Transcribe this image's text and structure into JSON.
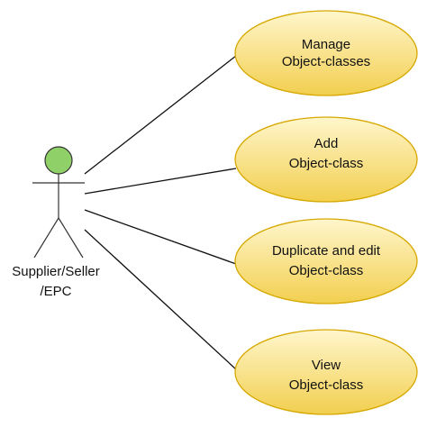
{
  "actor": {
    "label_line1": "Supplier/Seller",
    "label_line2": "/EPC",
    "head_color": "#8fd168"
  },
  "use_cases": [
    {
      "line1": "Manage",
      "line2": "Object-classes"
    },
    {
      "line1": "Add",
      "line2": "Object-class"
    },
    {
      "line1": "Duplicate and edit",
      "line2": "Object-class"
    },
    {
      "line1": "View",
      "line2": "Object-class"
    }
  ],
  "colors": {
    "use_case_fill_top": "#fff6cc",
    "use_case_fill_bottom": "#f2cf4f",
    "use_case_stroke": "#d6a800",
    "line": "#111111"
  }
}
